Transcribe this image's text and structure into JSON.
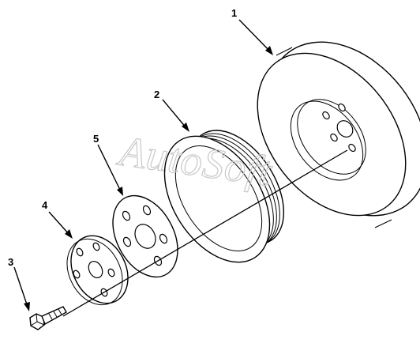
{
  "diagram": {
    "watermark": "AutoSoft",
    "callouts": [
      {
        "id": "1",
        "label": "1"
      },
      {
        "id": "2",
        "label": "2"
      },
      {
        "id": "3",
        "label": "3"
      },
      {
        "id": "4",
        "label": "4"
      },
      {
        "id": "5",
        "label": "5"
      }
    ],
    "colors": {
      "line": "#000000",
      "background": "#ffffff",
      "watermark": "#c8c8c8"
    }
  }
}
